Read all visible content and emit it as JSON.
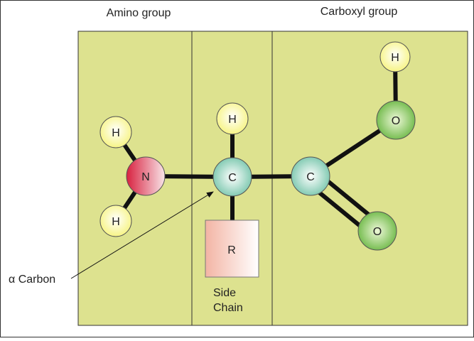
{
  "labels": {
    "amino_group": "Amino group",
    "carboxyl_group": "Carboxyl group",
    "alpha_carbon": "α Carbon",
    "side_chain_line1": "Side",
    "side_chain_line2": "Chain"
  },
  "atoms": {
    "amino_h_top": "H",
    "amino_n": "N",
    "amino_h_bottom": "H",
    "alpha_h": "H",
    "alpha_c": "C",
    "side_r": "R",
    "carboxyl_c": "C",
    "hydroxyl_o": "O",
    "hydroxyl_h": "H",
    "carbonyl_o": "O"
  },
  "colors": {
    "panel": "#dde28f",
    "hydrogen": "#ffff99",
    "nitrogen": "#d9304a",
    "carbon": "#7fc9b0",
    "oxygen": "#7fbf50",
    "r_group": "#f4b0a0"
  }
}
